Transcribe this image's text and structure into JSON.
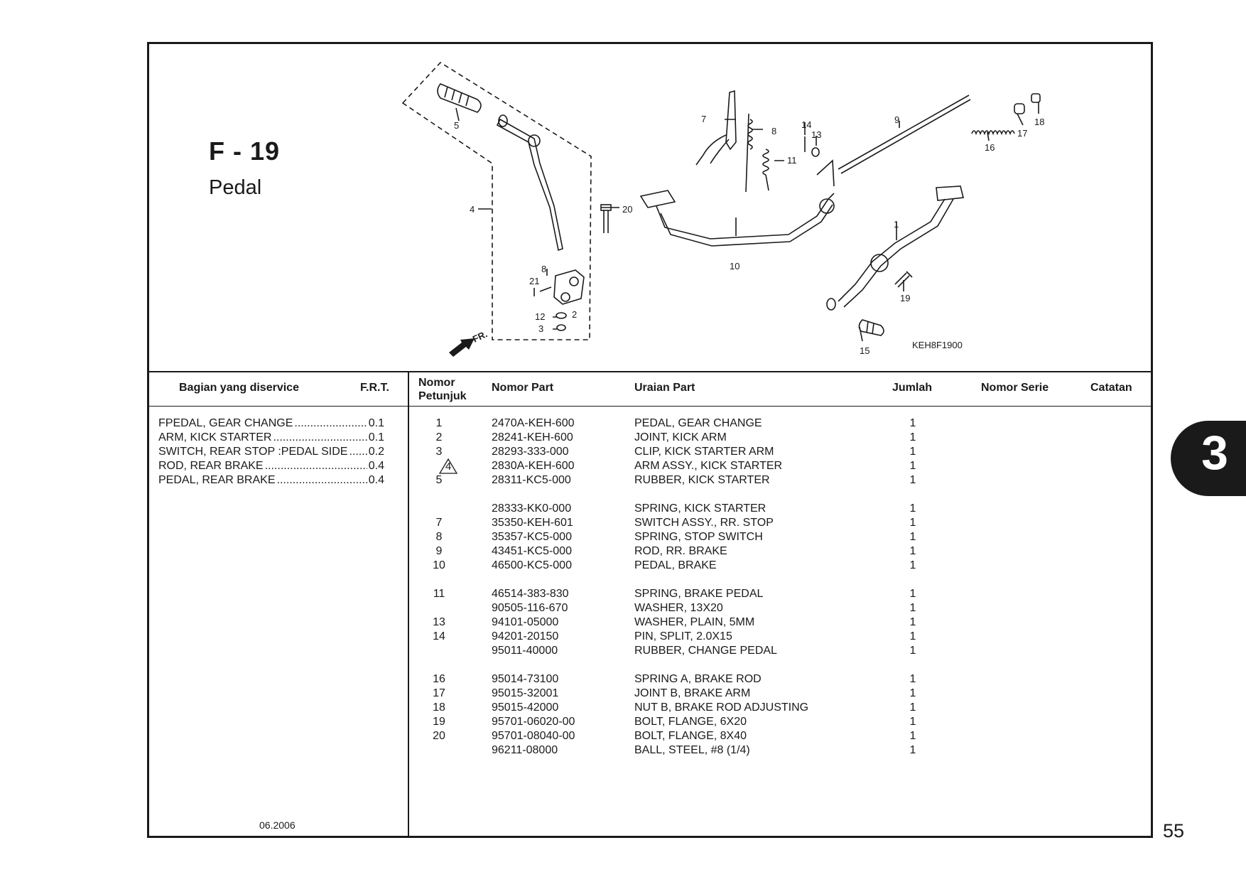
{
  "figure": {
    "code": "F - 19",
    "title": "Pedal",
    "drawing_code": "KEH8F1900",
    "direction_label": "FR."
  },
  "callouts": [
    "1",
    "2",
    "3",
    "4",
    "5",
    "8",
    "7",
    "8",
    "10",
    "11",
    "12",
    "13",
    "14",
    "15",
    "16",
    "17",
    "18",
    "19",
    "20",
    "21",
    "9"
  ],
  "table_headers": {
    "bagian": "Bagian yang diservice",
    "frt": "F.R.T.",
    "nomor_line1": "Nomor",
    "nomor_line2": "Petunjuk",
    "nomor_part": "Nomor Part",
    "uraian": "Uraian Part",
    "jumlah": "Jumlah",
    "serie": "Nomor Serie",
    "catatan": "Catatan"
  },
  "frt_items": [
    {
      "name": "FPEDAL, GEAR CHANGE",
      "value": "0.1"
    },
    {
      "name": "ARM, KICK STARTER",
      "value": "0.1"
    },
    {
      "name": "SWITCH, REAR STOP :PEDAL SIDE",
      "value": "0.2"
    },
    {
      "name": "ROD, REAR BRAKE",
      "value": "0.4"
    },
    {
      "name": "PEDAL, REAR BRAKE",
      "value": "0.4"
    }
  ],
  "parts": [
    {
      "no": "1",
      "part": "2470A-KEH-600",
      "desc": "PEDAL, GEAR CHANGE",
      "qty": "1"
    },
    {
      "no": "2",
      "part": "28241-KEH-600",
      "desc": "JOINT, KICK ARM",
      "qty": "1"
    },
    {
      "no": "3",
      "part": "28293-333-000",
      "desc": "CLIP, KICK STARTER ARM",
      "qty": "1"
    },
    {
      "no": "4",
      "part": "2830A-KEH-600",
      "desc": "ARM ASSY., KICK STARTER",
      "qty": "1",
      "warning": true
    },
    {
      "no": "5",
      "part": "28311-KC5-000",
      "desc": "RUBBER, KICK STARTER",
      "qty": "1"
    },
    {
      "no": "",
      "part": "28333-KK0-000",
      "desc": "SPRING, KICK STARTER",
      "qty": "1"
    },
    {
      "no": "7",
      "part": "35350-KEH-601",
      "desc": "SWITCH ASSY., RR. STOP",
      "qty": "1"
    },
    {
      "no": "8",
      "part": "35357-KC5-000",
      "desc": "SPRING, STOP SWITCH",
      "qty": "1"
    },
    {
      "no": "9",
      "part": "43451-KC5-000",
      "desc": "ROD, RR. BRAKE",
      "qty": "1"
    },
    {
      "no": "10",
      "part": "46500-KC5-000",
      "desc": "PEDAL, BRAKE",
      "qty": "1"
    },
    {
      "no": "11",
      "part": "46514-383-830",
      "desc": "SPRING, BRAKE PEDAL",
      "qty": "1"
    },
    {
      "no": "",
      "part": "90505-116-670",
      "desc": "WASHER, 13X20",
      "qty": "1"
    },
    {
      "no": "13",
      "part": "94101-05000",
      "desc": "WASHER, PLAIN, 5MM",
      "qty": "1"
    },
    {
      "no": "14",
      "part": "94201-20150",
      "desc": "PIN, SPLIT, 2.0X15",
      "qty": "1"
    },
    {
      "no": "",
      "part": "95011-40000",
      "desc": "RUBBER, CHANGE PEDAL",
      "qty": "1"
    },
    {
      "no": "16",
      "part": "95014-73100",
      "desc": "SPRING A, BRAKE ROD",
      "qty": "1"
    },
    {
      "no": "17",
      "part": "95015-32001",
      "desc": "JOINT B, BRAKE ARM",
      "qty": "1"
    },
    {
      "no": "18",
      "part": "95015-42000",
      "desc": "NUT B, BRAKE ROD ADJUSTING",
      "qty": "1"
    },
    {
      "no": "19",
      "part": "95701-06020-00",
      "desc": "BOLT, FLANGE, 6X20",
      "qty": "1"
    },
    {
      "no": "20",
      "part": "95701-08040-00",
      "desc": "BOLT, FLANGE, 8X40",
      "qty": "1"
    },
    {
      "no": "",
      "part": "96211-08000",
      "desc": "BALL, STEEL, #8 (1/4)",
      "qty": "1"
    }
  ],
  "edition": "06.2006",
  "section_number": "3",
  "page_number": "55"
}
